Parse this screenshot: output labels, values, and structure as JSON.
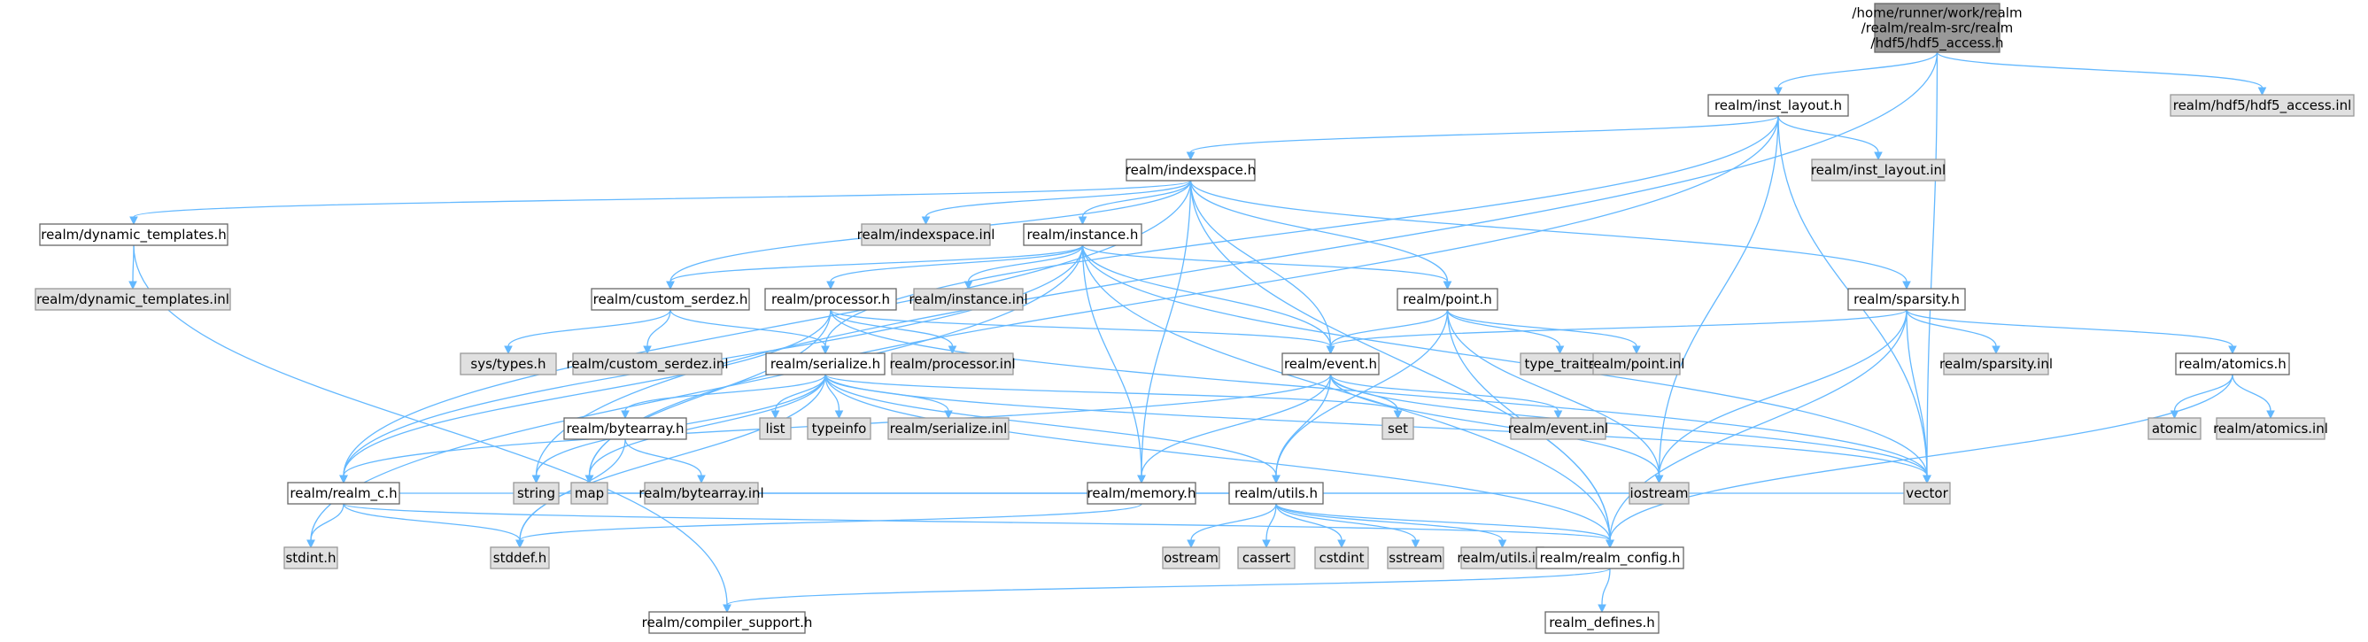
{
  "colors": {
    "edge": "#63b8ff",
    "root_fill": "#999999",
    "root_stroke": "#666666",
    "header_fill": "#ffffff",
    "header_stroke": "#666666",
    "system_fill": "#e0e0e0",
    "system_stroke": "#999999",
    "text": "#000000"
  },
  "nodes": [
    {
      "id": "root",
      "kind": "root",
      "lines": [
        "/home/runner/work/realm",
        "/realm/realm-src/realm",
        "/hdf5/hdf5_access.h"
      ]
    },
    {
      "id": "inst_layout_h",
      "kind": "header",
      "lines": [
        "realm/inst_layout.h"
      ]
    },
    {
      "id": "hdf5_access_inl",
      "kind": "system",
      "lines": [
        "realm/hdf5/hdf5_access.inl"
      ]
    },
    {
      "id": "indexspace_h",
      "kind": "header",
      "lines": [
        "realm/indexspace.h"
      ]
    },
    {
      "id": "inst_layout_inl",
      "kind": "system",
      "lines": [
        "realm/inst_layout.inl"
      ]
    },
    {
      "id": "dynamic_templates_h",
      "kind": "header",
      "lines": [
        "realm/dynamic_templates.h"
      ]
    },
    {
      "id": "indexspace_inl",
      "kind": "system",
      "lines": [
        "realm/indexspace.inl"
      ]
    },
    {
      "id": "instance_h",
      "kind": "header",
      "lines": [
        "realm/instance.h"
      ]
    },
    {
      "id": "dynamic_templates_inl",
      "kind": "system",
      "lines": [
        "realm/dynamic_templates.inl"
      ]
    },
    {
      "id": "custom_serdez_h",
      "kind": "header",
      "lines": [
        "realm/custom_serdez.h"
      ]
    },
    {
      "id": "processor_h",
      "kind": "header",
      "lines": [
        "realm/processor.h"
      ]
    },
    {
      "id": "instance_inl",
      "kind": "system",
      "lines": [
        "realm/instance.inl"
      ]
    },
    {
      "id": "point_h",
      "kind": "header",
      "lines": [
        "realm/point.h"
      ]
    },
    {
      "id": "sparsity_h",
      "kind": "header",
      "lines": [
        "realm/sparsity.h"
      ]
    },
    {
      "id": "sys_types_h",
      "kind": "system",
      "lines": [
        "sys/types.h"
      ]
    },
    {
      "id": "custom_serdez_inl",
      "kind": "system",
      "lines": [
        "realm/custom_serdez.inl"
      ]
    },
    {
      "id": "serialize_h",
      "kind": "header",
      "lines": [
        "realm/serialize.h"
      ]
    },
    {
      "id": "processor_inl",
      "kind": "system",
      "lines": [
        "realm/processor.inl"
      ]
    },
    {
      "id": "event_h",
      "kind": "header",
      "lines": [
        "realm/event.h"
      ]
    },
    {
      "id": "type_traits",
      "kind": "system",
      "lines": [
        "type_traits"
      ]
    },
    {
      "id": "point_inl",
      "kind": "system",
      "lines": [
        "realm/point.inl"
      ]
    },
    {
      "id": "sparsity_inl",
      "kind": "system",
      "lines": [
        "realm/sparsity.inl"
      ]
    },
    {
      "id": "atomics_h",
      "kind": "header",
      "lines": [
        "realm/atomics.h"
      ]
    },
    {
      "id": "bytearray_h",
      "kind": "header",
      "lines": [
        "realm/bytearray.h"
      ]
    },
    {
      "id": "list",
      "kind": "system",
      "lines": [
        "list"
      ]
    },
    {
      "id": "typeinfo",
      "kind": "system",
      "lines": [
        "typeinfo"
      ]
    },
    {
      "id": "serialize_inl",
      "kind": "system",
      "lines": [
        "realm/serialize.inl"
      ]
    },
    {
      "id": "set",
      "kind": "system",
      "lines": [
        "set"
      ]
    },
    {
      "id": "event_inl",
      "kind": "system",
      "lines": [
        "realm/event.inl"
      ]
    },
    {
      "id": "atomic",
      "kind": "system",
      "lines": [
        "atomic"
      ]
    },
    {
      "id": "atomics_inl",
      "kind": "system",
      "lines": [
        "realm/atomics.inl"
      ]
    },
    {
      "id": "memory_h",
      "kind": "header",
      "lines": [
        "realm/memory.h"
      ]
    },
    {
      "id": "utils_h",
      "kind": "header",
      "lines": [
        "realm/utils.h"
      ]
    },
    {
      "id": "string",
      "kind": "system",
      "lines": [
        "string"
      ]
    },
    {
      "id": "map",
      "kind": "system",
      "lines": [
        "map"
      ]
    },
    {
      "id": "bytearray_inl",
      "kind": "system",
      "lines": [
        "realm/bytearray.inl"
      ]
    },
    {
      "id": "ostream",
      "kind": "system",
      "lines": [
        "ostream"
      ]
    },
    {
      "id": "cassert",
      "kind": "system",
      "lines": [
        "cassert"
      ]
    },
    {
      "id": "cstdint",
      "kind": "system",
      "lines": [
        "cstdint"
      ]
    },
    {
      "id": "sstream",
      "kind": "system",
      "lines": [
        "sstream"
      ]
    },
    {
      "id": "utils_inl",
      "kind": "system",
      "lines": [
        "realm/utils.inl"
      ]
    },
    {
      "id": "iostream",
      "kind": "system",
      "lines": [
        "iostream"
      ]
    },
    {
      "id": "vector",
      "kind": "system",
      "lines": [
        "vector"
      ]
    },
    {
      "id": "realm_c_h",
      "kind": "header",
      "lines": [
        "realm/realm_c.h"
      ]
    },
    {
      "id": "stdint_h",
      "kind": "system",
      "lines": [
        "stdint.h"
      ]
    },
    {
      "id": "stddef_h",
      "kind": "system",
      "lines": [
        "stddef.h"
      ]
    },
    {
      "id": "realm_config_h",
      "kind": "header",
      "lines": [
        "realm/realm_config.h"
      ]
    },
    {
      "id": "compiler_support_h",
      "kind": "header",
      "lines": [
        "realm/compiler_support.h"
      ]
    },
    {
      "id": "realm_defines_h",
      "kind": "header",
      "lines": [
        "realm_defines.h"
      ]
    }
  ],
  "edges": [
    [
      "root",
      "inst_layout_h"
    ],
    [
      "root",
      "hdf5_access_inl"
    ],
    [
      "root",
      "vector"
    ],
    [
      "root",
      "string"
    ],
    [
      "inst_layout_h",
      "indexspace_h"
    ],
    [
      "inst_layout_h",
      "inst_layout_inl"
    ],
    [
      "inst_layout_h",
      "serialize_h"
    ],
    [
      "inst_layout_h",
      "iostream"
    ],
    [
      "inst_layout_h",
      "vector"
    ],
    [
      "inst_layout_h",
      "map"
    ],
    [
      "indexspace_h",
      "dynamic_templates_h"
    ],
    [
      "indexspace_h",
      "indexspace_inl"
    ],
    [
      "indexspace_h",
      "instance_h"
    ],
    [
      "indexspace_h",
      "custom_serdez_h"
    ],
    [
      "indexspace_h",
      "point_h"
    ],
    [
      "indexspace_h",
      "sparsity_h"
    ],
    [
      "indexspace_h",
      "event_h"
    ],
    [
      "indexspace_h",
      "memory_h"
    ],
    [
      "indexspace_h",
      "realm_c_h"
    ],
    [
      "indexspace_h",
      "realm_config_h"
    ],
    [
      "dynamic_templates_h",
      "dynamic_templates_inl"
    ],
    [
      "dynamic_templates_h",
      "compiler_support_h"
    ],
    [
      "instance_h",
      "instance_inl"
    ],
    [
      "instance_h",
      "custom_serdez_h"
    ],
    [
      "instance_h",
      "processor_h"
    ],
    [
      "instance_h",
      "point_h"
    ],
    [
      "instance_h",
      "event_h"
    ],
    [
      "instance_h",
      "memory_h"
    ],
    [
      "instance_h",
      "realm_c_h"
    ],
    [
      "instance_h",
      "realm_config_h"
    ],
    [
      "instance_h",
      "vector"
    ],
    [
      "instance_h",
      "stdint_h"
    ],
    [
      "custom_serdez_h",
      "sys_types_h"
    ],
    [
      "custom_serdez_h",
      "custom_serdez_inl"
    ],
    [
      "custom_serdez_h",
      "serialize_h"
    ],
    [
      "processor_h",
      "processor_inl"
    ],
    [
      "processor_h",
      "event_h"
    ],
    [
      "processor_h",
      "realm_c_h"
    ],
    [
      "processor_h",
      "vector"
    ],
    [
      "processor_h",
      "map"
    ],
    [
      "point_h",
      "point_inl"
    ],
    [
      "point_h",
      "type_traits"
    ],
    [
      "point_h",
      "event_h"
    ],
    [
      "point_h",
      "utils_h"
    ],
    [
      "point_h",
      "iostream"
    ],
    [
      "point_h",
      "realm_config_h"
    ],
    [
      "sparsity_h",
      "sparsity_inl"
    ],
    [
      "sparsity_h",
      "atomics_h"
    ],
    [
      "sparsity_h",
      "event_h"
    ],
    [
      "sparsity_h",
      "iostream"
    ],
    [
      "sparsity_h",
      "vector"
    ],
    [
      "sparsity_h",
      "realm_config_h"
    ],
    [
      "serialize_h",
      "bytearray_h"
    ],
    [
      "serialize_h",
      "list"
    ],
    [
      "serialize_h",
      "typeinfo"
    ],
    [
      "serialize_h",
      "serialize_inl"
    ],
    [
      "serialize_h",
      "set"
    ],
    [
      "serialize_h",
      "utils_h"
    ],
    [
      "serialize_h",
      "string"
    ],
    [
      "serialize_h",
      "map"
    ],
    [
      "serialize_h",
      "vector"
    ],
    [
      "serialize_h",
      "stddef_h"
    ],
    [
      "serialize_h",
      "realm_config_h"
    ],
    [
      "event_h",
      "event_inl"
    ],
    [
      "event_h",
      "set"
    ],
    [
      "event_h",
      "memory_h"
    ],
    [
      "event_h",
      "utils_h"
    ],
    [
      "event_h",
      "realm_c_h"
    ],
    [
      "event_h",
      "iostream"
    ],
    [
      "event_h",
      "vector"
    ],
    [
      "atomics_h",
      "atomic"
    ],
    [
      "atomics_h",
      "atomics_inl"
    ],
    [
      "atomics_h",
      "realm_config_h"
    ],
    [
      "bytearray_h",
      "bytearray_inl"
    ],
    [
      "bytearray_h",
      "stddef_h"
    ],
    [
      "memory_h",
      "realm_c_h"
    ],
    [
      "memory_h",
      "stddef_h"
    ],
    [
      "memory_h",
      "iostream"
    ],
    [
      "utils_h",
      "ostream"
    ],
    [
      "utils_h",
      "cassert"
    ],
    [
      "utils_h",
      "cstdint"
    ],
    [
      "utils_h",
      "sstream"
    ],
    [
      "utils_h",
      "utils_inl"
    ],
    [
      "utils_h",
      "string"
    ],
    [
      "utils_h",
      "map"
    ],
    [
      "utils_h",
      "vector"
    ],
    [
      "utils_h",
      "realm_config_h"
    ],
    [
      "realm_c_h",
      "stdint_h"
    ],
    [
      "realm_c_h",
      "stddef_h"
    ],
    [
      "realm_c_h",
      "realm_config_h"
    ],
    [
      "realm_config_h",
      "compiler_support_h"
    ],
    [
      "realm_config_h",
      "realm_defines_h"
    ]
  ]
}
